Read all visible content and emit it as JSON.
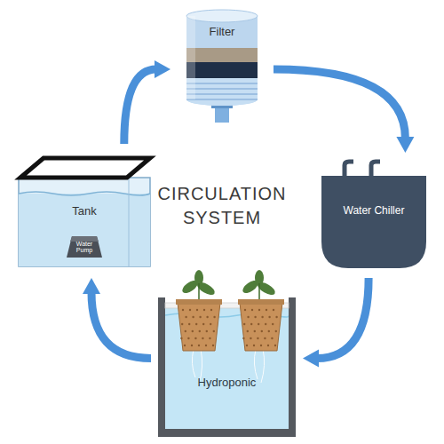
{
  "diagram": {
    "title": "CIRCULATION SYSTEM",
    "nodes": [
      {
        "text": [
          "Filter"
        ]
      },
      {
        "text": [
          "Tank"
        ]
      },
      {
        "text": [
          "Water Pump"
        ],
        "in": 1
      },
      {
        "text": [
          "Water Chiller"
        ]
      },
      {
        "text": [
          "Hydroponic"
        ]
      }
    ],
    "edges": [
      {
        "from": 1,
        "to": 0,
        "arrow": "to"
      },
      {
        "from": 0,
        "to": 3,
        "arrow": "to"
      },
      {
        "from": 3,
        "to": 4,
        "arrow": "to"
      },
      {
        "from": 4,
        "to": 1,
        "arrow": "to"
      }
    ]
  }
}
